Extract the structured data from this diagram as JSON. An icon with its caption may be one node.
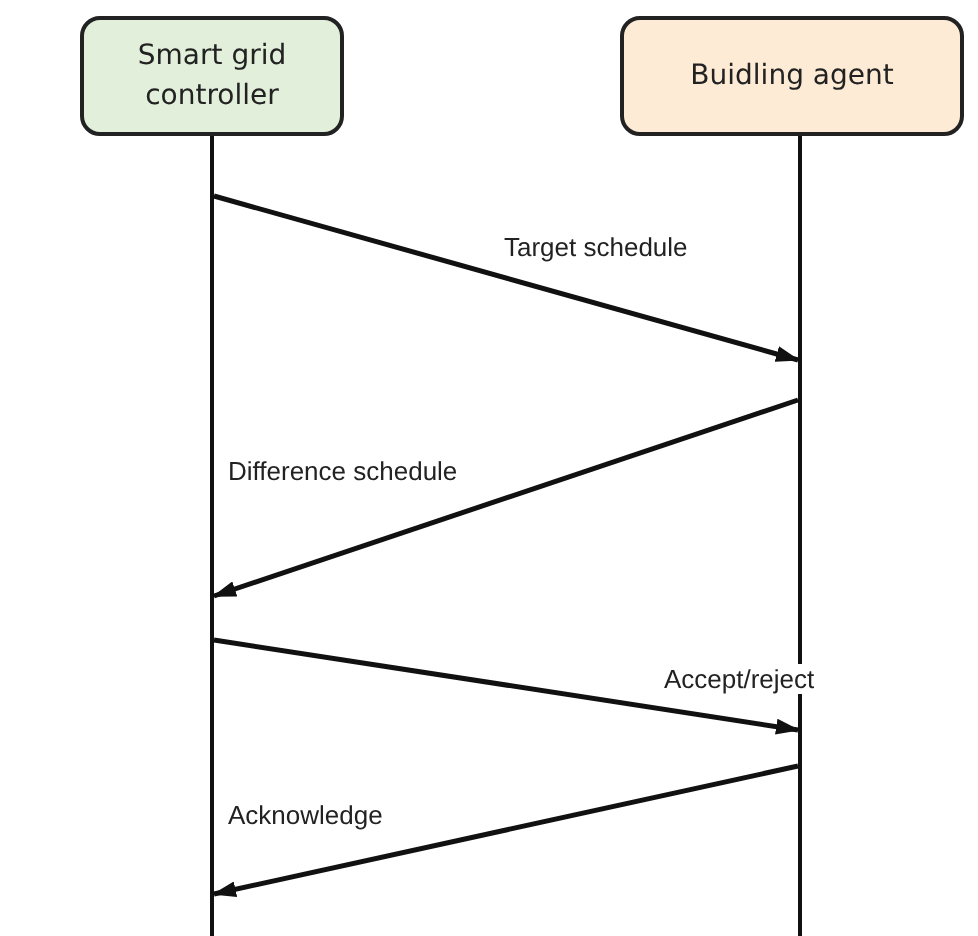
{
  "diagram": {
    "nodes": [
      {
        "text": [
          "Smart grid controller"
        ]
      },
      {
        "text": [
          "Buidling agent"
        ]
      }
    ],
    "edges": [
      {
        "from": 0,
        "to": 1,
        "arrow": "to",
        "label": "Target schedule"
      },
      {
        "from": 1,
        "to": 0,
        "arrow": "to",
        "label": "Difference schedule"
      },
      {
        "from": 0,
        "to": 1,
        "arrow": "to",
        "label": "Accept/reject"
      },
      {
        "from": 1,
        "to": 0,
        "arrow": "to",
        "label": "Acknowledge"
      }
    ]
  }
}
